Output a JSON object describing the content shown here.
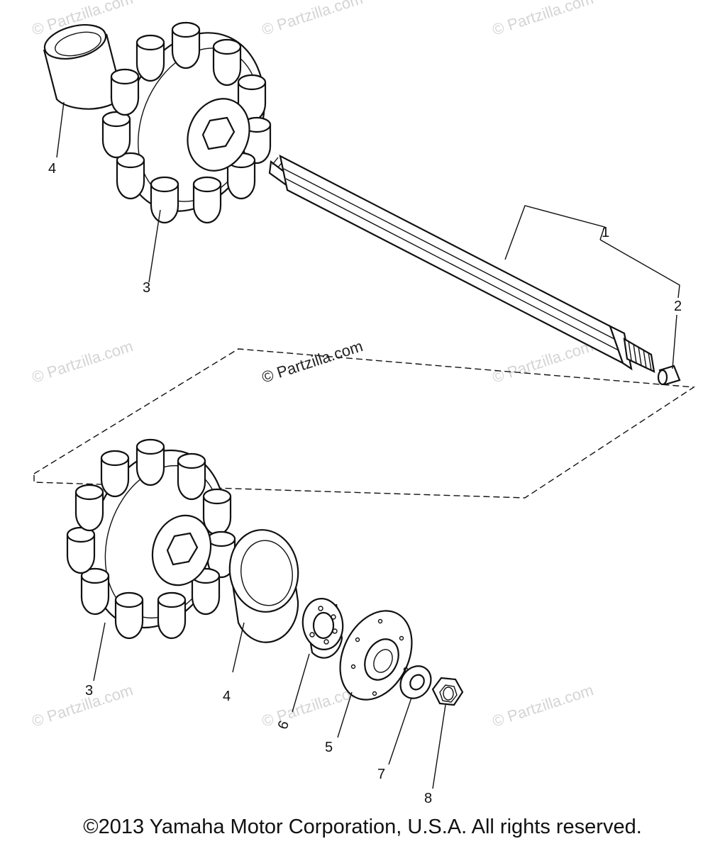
{
  "callouts": {
    "c1": "1",
    "c2": "2",
    "c3_top": "3",
    "c4_top": "4",
    "c3_bottom": "3",
    "c4_bottom": "4",
    "c5": "5",
    "c6": "6",
    "c7": "7",
    "c8": "8"
  },
  "watermarks": {
    "main": "© Partzilla.com",
    "faint": "© Partzilla.com"
  },
  "footer": {
    "copyright": "©2013 Yamaha Motor Corporation, U.S.A. All rights reserved."
  }
}
